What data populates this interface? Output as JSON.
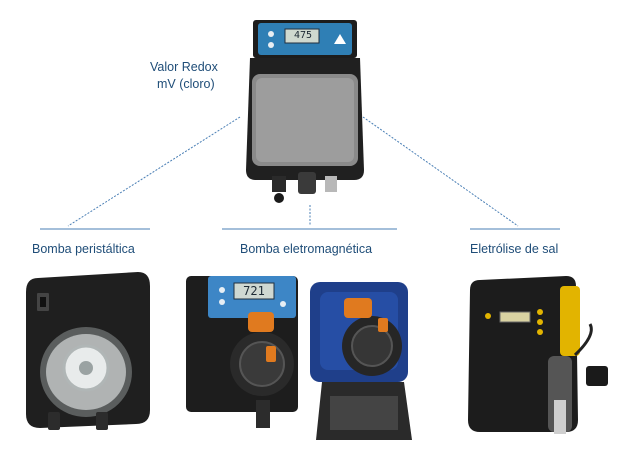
{
  "center": {
    "label_line1": "Valor Redox",
    "label_line2": "mV (cloro)",
    "display_value": "475"
  },
  "branches": {
    "left": {
      "label": "Bomba peristáltica"
    },
    "middle": {
      "label": "Bomba eletromagnética",
      "display_value": "721"
    },
    "right": {
      "label": "Eletrólise de sal"
    }
  },
  "colors": {
    "label_text": "#1f4d78",
    "connector": "#4a7fb5",
    "accent_blue": "#2f6fb0",
    "accent_orange": "#e07a1f",
    "accent_yellow": "#e2b400",
    "device_dark": "#1e1e1e"
  }
}
